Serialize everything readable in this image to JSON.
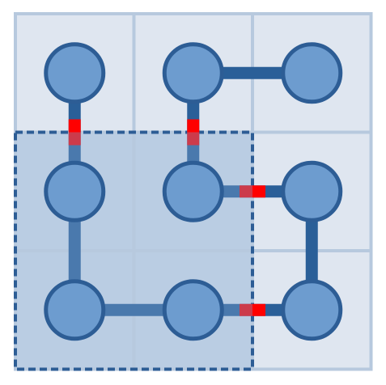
{
  "colors": {
    "background": "#ffffff",
    "grid_cell_fill": "#dfe6f0",
    "grid_line": "#b7c9de",
    "region_fill": "#bacde3",
    "region_border": "#2d5d95",
    "node_fill": "#6d9ccf",
    "node_stroke": "#2d5d95",
    "edge_outside": "#2a5f98",
    "edge_inside": "#4a79ad",
    "cut_marker": "#ff0000",
    "cut_marker_inside": "#cc3b4b"
  },
  "diagram": {
    "grid_rows": 3,
    "grid_cols": 3,
    "nodes": [
      {
        "id": "n00",
        "row": 0,
        "col": 0
      },
      {
        "id": "n01",
        "row": 0,
        "col": 1
      },
      {
        "id": "n02",
        "row": 0,
        "col": 2
      },
      {
        "id": "n10",
        "row": 1,
        "col": 0
      },
      {
        "id": "n11",
        "row": 1,
        "col": 1
      },
      {
        "id": "n12",
        "row": 1,
        "col": 2
      },
      {
        "id": "n20",
        "row": 2,
        "col": 0
      },
      {
        "id": "n21",
        "row": 2,
        "col": 1
      },
      {
        "id": "n22",
        "row": 2,
        "col": 2
      }
    ],
    "edges": [
      {
        "from": "n00",
        "to": "n10",
        "cut": true
      },
      {
        "from": "n01",
        "to": "n11",
        "cut": true
      },
      {
        "from": "n01",
        "to": "n02",
        "cut": false
      },
      {
        "from": "n11",
        "to": "n12",
        "cut": true
      },
      {
        "from": "n10",
        "to": "n20",
        "cut": false
      },
      {
        "from": "n20",
        "to": "n21",
        "cut": false
      },
      {
        "from": "n21",
        "to": "n22",
        "cut": true
      },
      {
        "from": "n12",
        "to": "n22",
        "cut": false
      }
    ],
    "selected_region": {
      "rows": [
        1,
        2
      ],
      "cols": [
        0,
        1
      ]
    }
  }
}
